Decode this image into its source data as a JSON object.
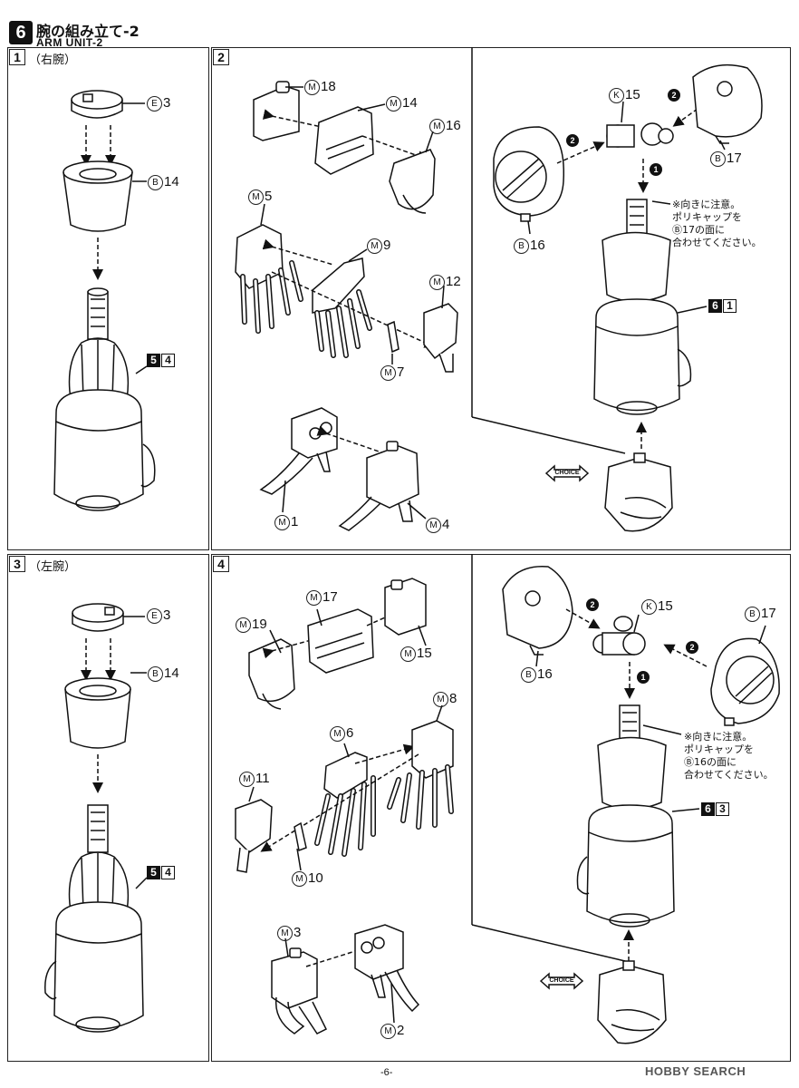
{
  "header": {
    "step_number": "6",
    "title_jp": "腕の組み立て-2",
    "title_en": "ARM UNIT-2"
  },
  "panels": [
    {
      "num": "1",
      "sub": "（右腕）"
    },
    {
      "num": "2",
      "sub": ""
    },
    {
      "num": "3",
      "sub": "（左腕）"
    },
    {
      "num": "4",
      "sub": ""
    }
  ],
  "parts": {
    "p1_e3": "3",
    "p1_e3_letter": "E",
    "p1_b14": "14",
    "p1_b14_letter": "B",
    "p1_ref_a": "5",
    "p1_ref_b": "4",
    "p2_m18": "18",
    "p2_m14": "14",
    "p2_m16": "16",
    "p2_m5": "5",
    "p2_m9": "9",
    "p2_m12": "12",
    "p2_m7": "7",
    "p2_m1": "1",
    "p2_m4": "4",
    "p2_k15": "15",
    "p2_b17": "17",
    "p2_b16": "16",
    "p2_ref_a": "6",
    "p2_ref_b": "1",
    "p3_e3": "3",
    "p3_b14": "14",
    "p3_ref_a": "5",
    "p3_ref_b": "4",
    "p4_m17": "17",
    "p4_m19": "19",
    "p4_m15": "15",
    "p4_m8": "8",
    "p4_m6": "6",
    "p4_m11": "11",
    "p4_m10": "10",
    "p4_m3": "3",
    "p4_m2": "2",
    "p4_k15": "15",
    "p4_b16": "16",
    "p4_b17": "17",
    "p4_ref_a": "6",
    "p4_ref_b": "3",
    "letter_m": "M",
    "letter_k": "K",
    "letter_b": "B",
    "letter_e": "E"
  },
  "notes": {
    "p2_note": [
      "※向きに注意。",
      "ポリキャップを",
      "Ⓑ17の面に",
      "合わせてください。"
    ],
    "p4_note": [
      "※向きに注意。",
      "ポリキャップを",
      "Ⓑ16の面に",
      "合わせてください。"
    ]
  },
  "bubbles": {
    "one": "1",
    "two": "2"
  },
  "choice_label": "CHOICE",
  "footer": {
    "page": "-6-",
    "watermark": "HOBBY SEARCH"
  }
}
